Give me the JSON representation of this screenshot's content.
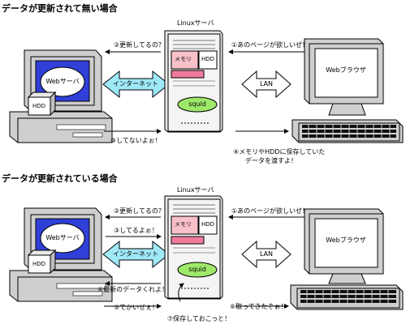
{
  "sections": [
    {
      "title": "データが更新されて無い場合",
      "server_label": "Linuxサーバ",
      "web_server": "Webサーバ",
      "hdd": "HDD",
      "memory": "メモリ",
      "squid": "squid",
      "internet": "インターネット",
      "lan": "LAN",
      "browser": "Webブラウザ",
      "steps": [
        "①あのページが欲しいぜ！",
        "②更新してるの？",
        "③してないよぉ！",
        "④メモリやHDDに保存していた",
        "データを渡すよ！"
      ]
    },
    {
      "title": "データが更新されている場合",
      "server_label": "Linuxサーバ",
      "web_server": "Webサーバ",
      "hdd": "HDD",
      "memory": "メモリ",
      "squid": "squid",
      "internet": "インターネット",
      "lan": "LAN",
      "browser": "Webブラウザ",
      "steps": [
        "①あのページが欲しいぜ！",
        "②更新してるの？",
        "③してるよぉ！",
        "④最新のデータくれよ！",
        "⑤でかいぜぇ！",
        "⑥取ってきたぞぉ！",
        "⑦保存しておこっと！"
      ]
    }
  ]
}
